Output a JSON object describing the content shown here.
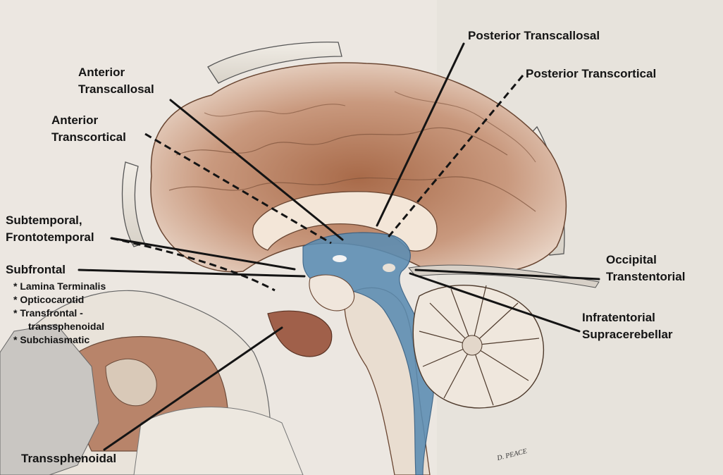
{
  "labels": {
    "posterior_transcallosal": "Posterior Transcallosal",
    "posterior_transcortical": "Posterior Transcortical",
    "anterior_transcallosal": [
      "Anterior",
      "Transcallosal"
    ],
    "anterior_transcortical": [
      "Anterior",
      "Transcortical"
    ],
    "subtemporal": [
      "Subtemporal,",
      "Frontotemporal"
    ],
    "subfrontal": "Subfrontal",
    "subfrontal_items": [
      "* Lamina Terminalis",
      "* Opticocarotid",
      "* Transfrontal -",
      "transsphenoidal",
      "* Subchiasmatic"
    ],
    "occipital": [
      "Occipital",
      "Transtentorial"
    ],
    "infratentorial": [
      "Infratentorial",
      "Supracerebellar"
    ],
    "transsphenoidal": "Transsphenoidal"
  },
  "signature": "D. PEACE",
  "colors": {
    "background": "#ece7e1",
    "brain": "#c99a7f",
    "ventricle": "#5b8db3",
    "line": "#141414"
  }
}
